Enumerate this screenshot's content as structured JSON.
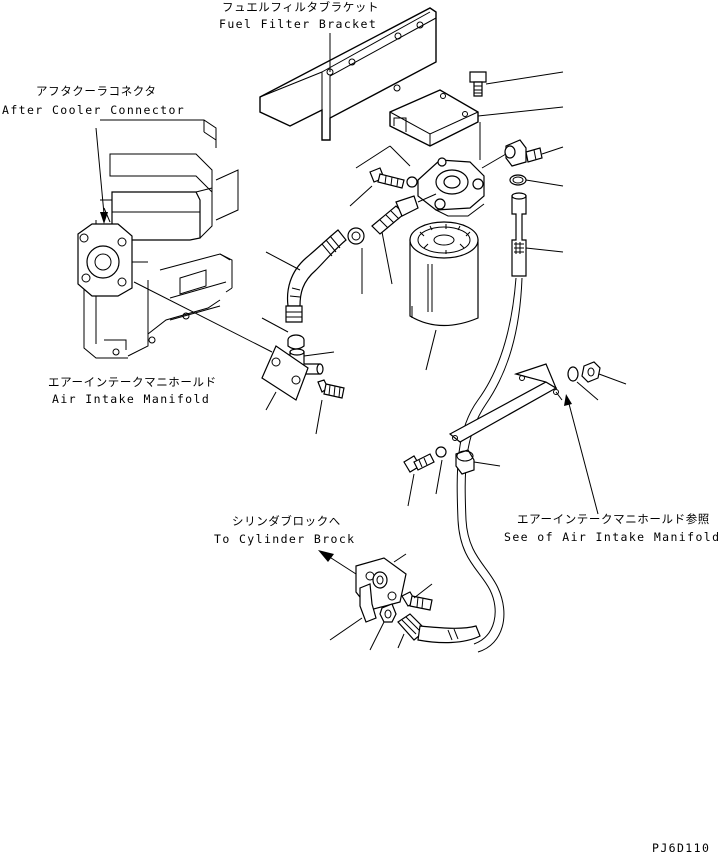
{
  "labels": {
    "fuel_filter_bracket_jp": "フュエルフィルタブラケット",
    "fuel_filter_bracket_en": "Fuel Filter Bracket",
    "after_cooler_connector_jp": "アフタクーラコネクタ",
    "after_cooler_connector_en": "After Cooler Connector",
    "air_intake_manifold_jp": "エアーインテークマニホールド",
    "air_intake_manifold_en": "Air Intake Manifold",
    "see_manifold_jp": "エアーインテークマニホールド参照",
    "see_manifold_en": "See of Air Intake Manifold",
    "to_cylinder_block_jp": "シリンダブロックへ",
    "to_cylinder_block_en": "To Cylinder Brock",
    "figure_code": "PJ6D110"
  }
}
